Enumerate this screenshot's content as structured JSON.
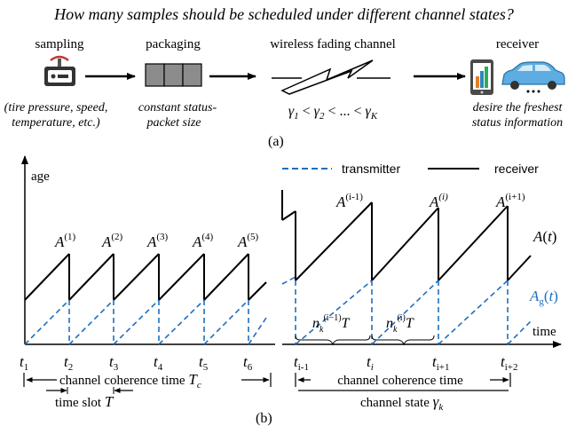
{
  "title": "How many samples should be scheduled under different channel states?",
  "part_a": {
    "sampling_label": "sampling",
    "sampling_caption": [
      "(tire pressure, speed,",
      "temperature, etc.)"
    ],
    "packaging_label": "packaging",
    "packaging_caption": [
      "constant status-",
      "packet size"
    ],
    "channel_label": "wireless fading channel",
    "gamma_relation": "γ₁ < γ₂ < ... < γ_K",
    "receiver_label": "receiver",
    "receiver_caption": [
      "desire the freshest",
      "status information"
    ],
    "caption": "(a)"
  },
  "part_b": {
    "legend": {
      "transmitter": "transmitter",
      "receiver": "receiver"
    },
    "y_axis_label": "age",
    "x_axis_label": "time",
    "left_peaks": [
      "A(1)",
      "A(2)",
      "A(3)",
      "A(4)",
      "A(5)"
    ],
    "left_ticks": [
      "t1",
      "t2",
      "t3",
      "t4",
      "t5",
      "t6"
    ],
    "right_peaks": [
      "A(i-1)",
      "A(i)",
      "A(i+1)"
    ],
    "right_ticks": [
      "ti-1",
      "ti",
      "ti+1",
      "ti+2"
    ],
    "curve_receiver": "A(t)",
    "curve_transmitter": "Ag(t)",
    "n_labels": [
      "n_k^(i-1) T",
      "n_k^(i) T"
    ],
    "coherence_left": "channel coherence time T_c",
    "time_slot": "time slot  T",
    "coherence_right": "channel coherence time",
    "channel_state": "channel state  γ_k",
    "caption": "(b)",
    "colors": {
      "receiver": "#000000",
      "transmitter": "#1f6fbf"
    }
  }
}
